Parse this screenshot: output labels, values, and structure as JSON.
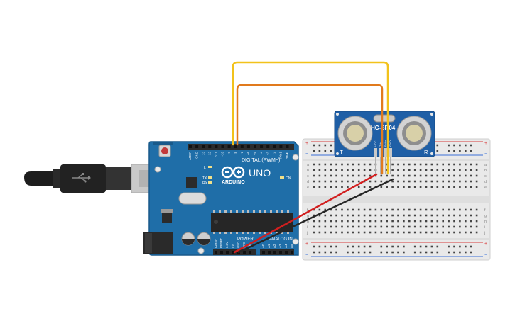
{
  "arduino": {
    "brand": "ARDUINO",
    "model": "UNO",
    "digital_header": "DIGITAL (PWM~)",
    "power_header": "POWER",
    "analog_header": "ANALOG IN",
    "on_label": "ON",
    "led_labels": [
      "L",
      "TX",
      "RX"
    ],
    "digital_pins": [
      "AREF",
      "GND",
      "13",
      "12",
      "~11",
      "~10",
      "~9",
      "8",
      "7",
      "~6",
      "~5",
      "4",
      "~3",
      "2",
      "TX▸1",
      "RX◂0"
    ],
    "power_pins": [
      "IOREF",
      "RESET",
      "3.3V",
      "5V",
      "GND",
      "GND",
      "Vin"
    ],
    "analog_pins": [
      "A0",
      "A1",
      "A2",
      "A3",
      "A4",
      "A5"
    ],
    "colors": {
      "board": "#1f6ea8",
      "board_dark": "#18598a",
      "header": "#2b2b2b"
    }
  },
  "sensor": {
    "title": "HC-SR04",
    "left_mark": "T",
    "right_mark": "R",
    "pins": [
      "VCC",
      "Trig",
      "Echo",
      "GND"
    ],
    "colors": {
      "board": "#1f5fa6"
    }
  },
  "breadboard": {
    "plus_mark": "+",
    "minus_mark": "−",
    "row_letters_top": [
      "a",
      "b",
      "c",
      "d",
      "e"
    ],
    "row_letters_bottom": [
      "f",
      "g",
      "h",
      "i",
      "j"
    ],
    "columns": 30,
    "colors": {
      "body": "#e9e9e9",
      "rail_red": "#d83a3a",
      "rail_blue": "#3a6fd8"
    }
  },
  "wires": [
    {
      "id": "yellow",
      "color": "#f2c21b"
    },
    {
      "id": "orange",
      "color": "#e17a1d"
    },
    {
      "id": "red",
      "color": "#d21f1f"
    },
    {
      "id": "black",
      "color": "#262626"
    }
  ]
}
